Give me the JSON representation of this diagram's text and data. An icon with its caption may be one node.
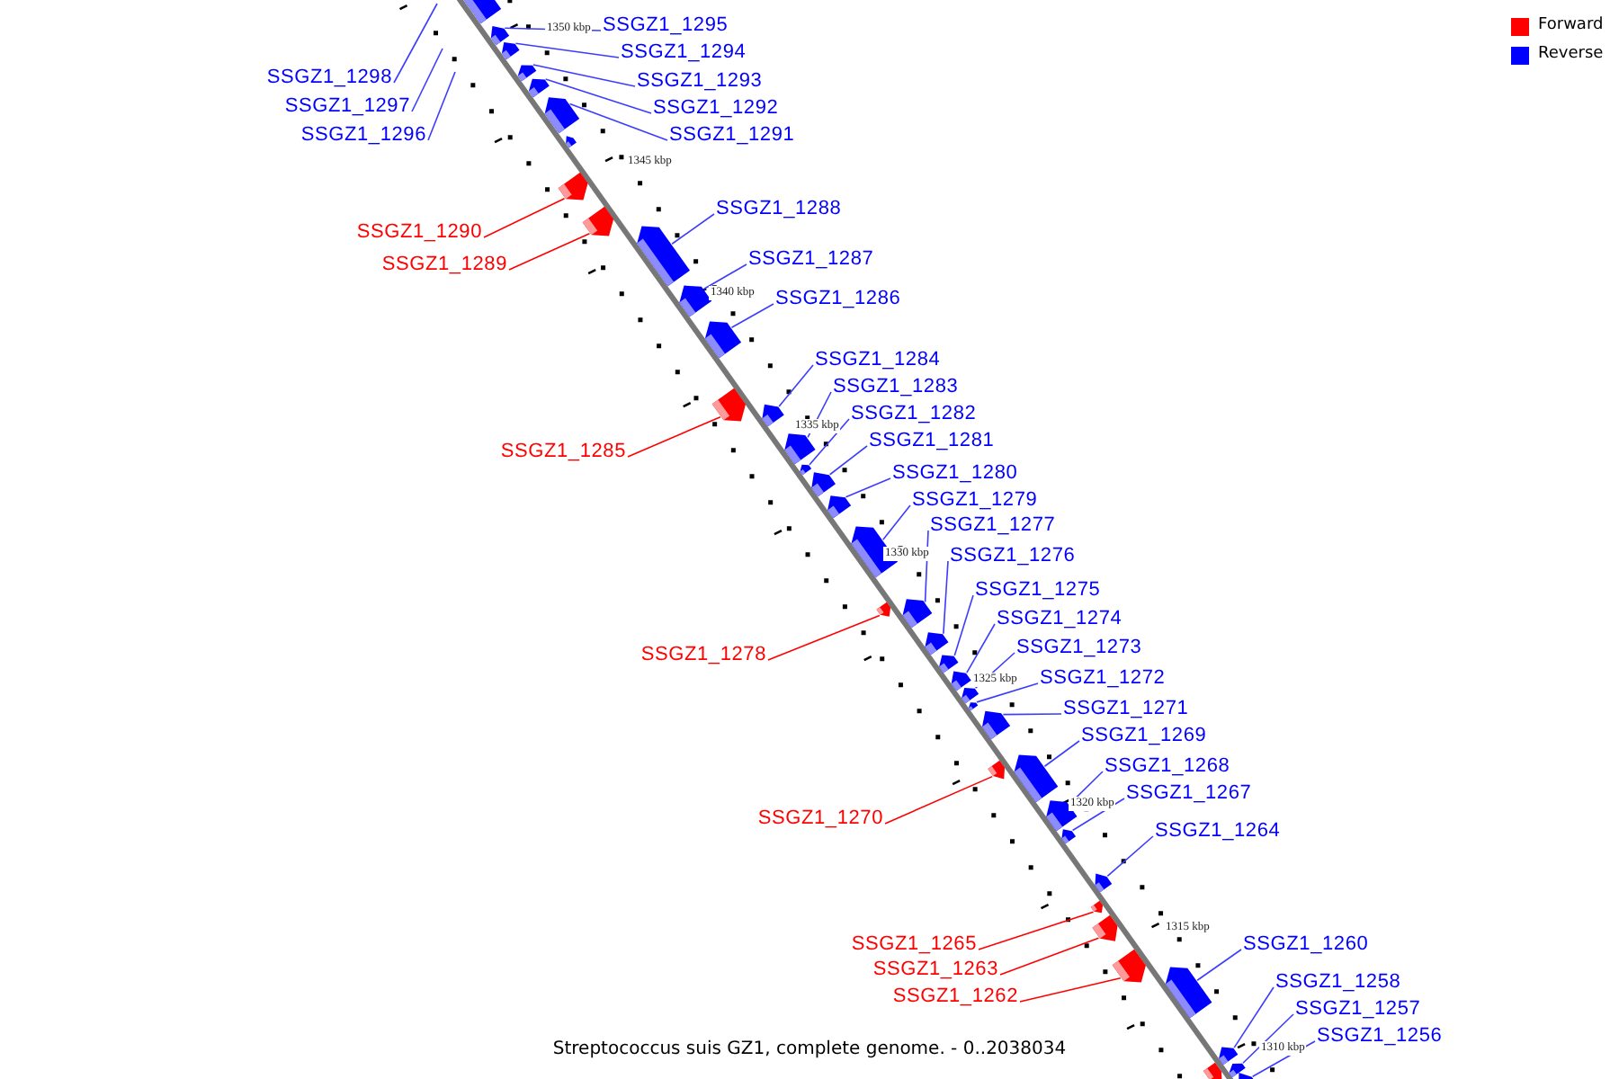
{
  "diagram": {
    "caption": "Streptococcus suis GZ1, complete genome. - 0..2038034",
    "nodes": [
      {
        "text": [
          "SSGZ1_1298"
        ]
      },
      {
        "text": [
          "SSGZ1_1297"
        ]
      },
      {
        "text": [
          "SSGZ1_1296"
        ]
      },
      {
        "text": [],
        "shape": "box"
      },
      {
        "text": [
          "SSGZ1_1295"
        ]
      },
      {
        "text": [],
        "shape": "box"
      },
      {
        "text": [
          "SSGZ1_1294"
        ]
      },
      {
        "text": [],
        "shape": "box"
      },
      {
        "text": [
          "SSGZ1_1293"
        ]
      },
      {
        "text": [],
        "shape": "box"
      },
      {
        "text": [
          "SSGZ1_1292"
        ]
      },
      {
        "text": [],
        "shape": "box"
      },
      {
        "text": [
          "SSGZ1_1291"
        ]
      },
      {
        "text": [],
        "shape": "box"
      },
      {
        "text": [],
        "shape": "box"
      },
      {
        "text": [
          "SSGZ1_1290"
        ]
      },
      {
        "text": [],
        "shape": "box"
      },
      {
        "text": [
          "SSGZ1_1289"
        ]
      },
      {
        "text": [],
        "shape": "box"
      },
      {
        "text": [
          "SSGZ1_1288"
        ]
      },
      {
        "text": [],
        "shape": "box"
      },
      {
        "text": [
          "SSGZ1_1287"
        ]
      },
      {
        "text": [],
        "shape": "box"
      },
      {
        "text": [
          "SSGZ1_1286"
        ]
      },
      {
        "text": [],
        "shape": "box"
      },
      {
        "text": [
          "SSGZ1_1285"
        ]
      },
      {
        "text": [],
        "shape": "box"
      },
      {
        "text": [
          "SSGZ1_1284"
        ]
      },
      {
        "text": [],
        "shape": "box"
      },
      {
        "text": [
          "SSGZ1_1283"
        ]
      },
      {
        "text": [],
        "shape": "box"
      },
      {
        "text": [
          "SSGZ1_1282"
        ]
      },
      {
        "text": [],
        "shape": "box"
      },
      {
        "text": [
          "SSGZ1_1281"
        ]
      },
      {
        "text": [],
        "shape": "box"
      },
      {
        "text": [
          "SSGZ1_1280"
        ]
      },
      {
        "text": [],
        "shape": "box"
      },
      {
        "text": [
          "SSGZ1_1279"
        ]
      },
      {
        "text": [],
        "shape": "box"
      },
      {
        "text": [
          "SSGZ1_1278"
        ]
      },
      {
        "text": [],
        "shape": "box"
      },
      {
        "text": [
          "SSGZ1_1277"
        ]
      },
      {
        "text": [],
        "shape": "box"
      },
      {
        "text": [
          "SSGZ1_1276"
        ]
      },
      {
        "text": [],
        "shape": "box"
      },
      {
        "text": [
          "SSGZ1_1275"
        ]
      },
      {
        "text": [],
        "shape": "box"
      },
      {
        "text": [
          "SSGZ1_1274"
        ]
      },
      {
        "text": [],
        "shape": "box"
      },
      {
        "text": [
          "SSGZ1_1273"
        ]
      },
      {
        "text": [],
        "shape": "box"
      },
      {
        "text": [
          "SSGZ1_1272"
        ]
      },
      {
        "text": [],
        "shape": "box"
      },
      {
        "text": [
          "SSGZ1_1271"
        ]
      },
      {
        "text": [],
        "shape": "box"
      },
      {
        "text": [
          "SSGZ1_1270"
        ]
      },
      {
        "text": [],
        "shape": "box"
      },
      {
        "text": [
          "SSGZ1_1269"
        ]
      },
      {
        "text": [],
        "shape": "box"
      },
      {
        "text": [
          "SSGZ1_1268"
        ]
      },
      {
        "text": [],
        "shape": "box"
      },
      {
        "text": [
          "SSGZ1_1267"
        ]
      },
      {
        "text": [],
        "shape": "box"
      },
      {
        "text": [
          "SSGZ1_1264"
        ]
      },
      {
        "text": [],
        "shape": "box"
      },
      {
        "text": [
          "SSGZ1_1265"
        ]
      },
      {
        "text": [],
        "shape": "box"
      },
      {
        "text": [
          "SSGZ1_1263"
        ]
      },
      {
        "text": [],
        "shape": "box"
      },
      {
        "text": [
          "SSGZ1_1262"
        ]
      },
      {
        "text": [],
        "shape": "box"
      },
      {
        "text": [
          "SSGZ1_1260"
        ]
      },
      {
        "text": [],
        "shape": "box"
      },
      {
        "text": [
          "SSGZ1_1258"
        ]
      },
      {
        "text": [],
        "shape": "box"
      },
      {
        "text": [
          "SSGZ1_1257"
        ]
      },
      {
        "text": [],
        "shape": "box"
      },
      {
        "text": [
          "SSGZ1_1256"
        ]
      },
      {
        "text": [],
        "shape": "box"
      },
      {
        "text": [],
        "shape": "box"
      }
    ],
    "edges": [
      {
        "from": 0,
        "to": null,
        "arrow": "none"
      },
      {
        "from": 1,
        "to": null,
        "arrow": "none"
      },
      {
        "from": 2,
        "to": null,
        "arrow": "none"
      },
      {
        "from": 4,
        "to": 5,
        "arrow": "none"
      },
      {
        "from": 6,
        "to": 7,
        "arrow": "none"
      },
      {
        "from": 8,
        "to": 9,
        "arrow": "none"
      },
      {
        "from": 10,
        "to": 11,
        "arrow": "none"
      },
      {
        "from": 12,
        "to": 13,
        "arrow": "none"
      },
      {
        "from": 15,
        "to": 16,
        "arrow": "none",
        "color": "#ff0000"
      },
      {
        "from": 17,
        "to": 18,
        "arrow": "none",
        "color": "#ff0000"
      },
      {
        "from": 19,
        "to": 20,
        "arrow": "none"
      },
      {
        "from": 21,
        "to": 22,
        "arrow": "none"
      },
      {
        "from": 23,
        "to": 24,
        "arrow": "none"
      },
      {
        "from": 25,
        "to": 26,
        "arrow": "none",
        "color": "#ff0000"
      },
      {
        "from": 27,
        "to": 28,
        "arrow": "none"
      },
      {
        "from": 29,
        "to": 30,
        "arrow": "none"
      },
      {
        "from": 31,
        "to": 32,
        "arrow": "none"
      },
      {
        "from": 33,
        "to": 34,
        "arrow": "none"
      },
      {
        "from": 35,
        "to": 36,
        "arrow": "none"
      },
      {
        "from": 37,
        "to": 38,
        "arrow": "none"
      },
      {
        "from": 39,
        "to": 40,
        "arrow": "none",
        "color": "#ff0000"
      },
      {
        "from": 41,
        "to": 42,
        "arrow": "none"
      },
      {
        "from": 43,
        "to": 44,
        "arrow": "none"
      },
      {
        "from": 45,
        "to": 46,
        "arrow": "none"
      },
      {
        "from": 47,
        "to": 48,
        "arrow": "none"
      },
      {
        "from": 49,
        "to": 50,
        "arrow": "none"
      },
      {
        "from": 51,
        "to": 52,
        "arrow": "none"
      },
      {
        "from": 53,
        "to": 54,
        "arrow": "none"
      },
      {
        "from": 55,
        "to": 56,
        "arrow": "none",
        "color": "#ff0000"
      },
      {
        "from": 57,
        "to": 58,
        "arrow": "none"
      },
      {
        "from": 59,
        "to": 60,
        "arrow": "none"
      },
      {
        "from": 61,
        "to": 62,
        "arrow": "none"
      },
      {
        "from": 63,
        "to": 64,
        "arrow": "none"
      },
      {
        "from": 65,
        "to": 66,
        "arrow": "none",
        "color": "#ff0000"
      },
      {
        "from": 67,
        "to": 68,
        "arrow": "none",
        "color": "#ff0000"
      },
      {
        "from": 69,
        "to": 70,
        "arrow": "none",
        "color": "#ff0000"
      },
      {
        "from": 71,
        "to": 72,
        "arrow": "none"
      },
      {
        "from": 73,
        "to": 74,
        "arrow": "none"
      },
      {
        "from": 75,
        "to": 76,
        "arrow": "none"
      },
      {
        "from": 77,
        "to": 78,
        "arrow": "none"
      }
    ],
    "labels": [
      "1350 kbp",
      "1345 kbp",
      "1340 kbp",
      "1335 kbp",
      "1330 kbp",
      "1325 kbp",
      "1320 kbp",
      "1315 kbp",
      "1310 kbp"
    ],
    "legend": [
      {
        "text": "Forward",
        "color": "#ff0000"
      },
      {
        "text": "Reverse",
        "color": "#0000ff"
      }
    ]
  }
}
